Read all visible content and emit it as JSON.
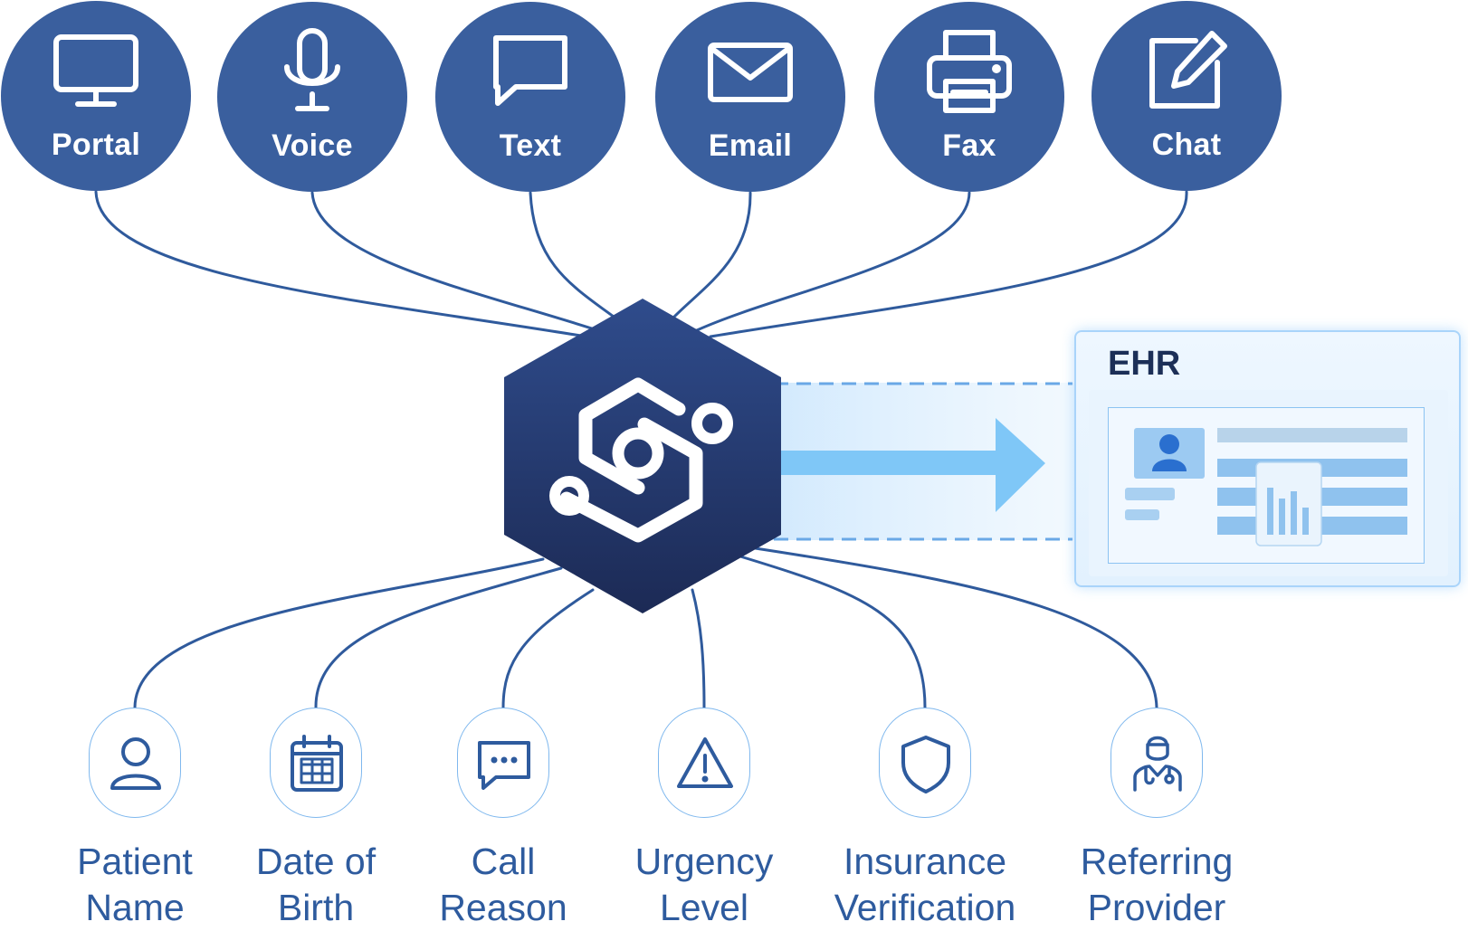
{
  "channels": [
    {
      "label": "Portal",
      "icon": "monitor-icon"
    },
    {
      "label": "Voice",
      "icon": "microphone-icon"
    },
    {
      "label": "Text",
      "icon": "message-bubble-icon"
    },
    {
      "label": "Email",
      "icon": "envelope-icon"
    },
    {
      "label": "Fax",
      "icon": "printer-icon"
    },
    {
      "label": "Chat",
      "icon": "edit-icon"
    }
  ],
  "hub": {
    "icon": "hub-logo-icon"
  },
  "ehr": {
    "title": "EHR",
    "icon": "patient-record-icon"
  },
  "fields": [
    {
      "line1": "Patient",
      "line2": "Name",
      "icon": "user-icon"
    },
    {
      "line1": "Date of",
      "line2": "Birth",
      "icon": "calendar-icon"
    },
    {
      "line1": "Call",
      "line2": "Reason",
      "icon": "chat-dots-icon"
    },
    {
      "line1": "Urgency",
      "line2": "Level",
      "icon": "warning-icon"
    },
    {
      "line1": "Insurance",
      "line2": "Verification",
      "icon": "shield-icon"
    },
    {
      "line1": "Referring",
      "line2": "Provider",
      "icon": "doctor-icon"
    }
  ],
  "colors": {
    "channel_fill": "#3a5f9e",
    "hub_top": "#2f4c8c",
    "hub_bottom": "#1c2a55",
    "connector": "#2f5a9c",
    "field_border": "#7fb8ee",
    "field_text": "#2e5b9e",
    "arrow": "#7fc7f7"
  }
}
